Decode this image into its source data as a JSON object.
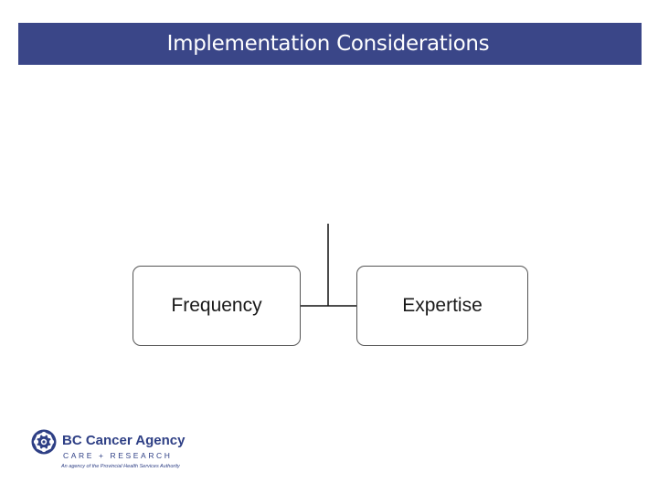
{
  "header": {
    "title": "Implementation Considerations",
    "background_color": "#3a4688",
    "text_color": "#ffffff"
  },
  "diagram": {
    "nodes": [
      {
        "id": "frequency",
        "label": "Frequency"
      },
      {
        "id": "expertise",
        "label": "Expertise"
      }
    ],
    "connector": "tree-branch-joining-both-nodes"
  },
  "logo": {
    "icon": "bc-cancer-agency-emblem-icon",
    "name": "BC Cancer Agency",
    "subtitle": "CARE + RESEARCH",
    "tagline": "An agency of the Provincial Health Services Authority",
    "brand_color": "#2e3f85"
  }
}
